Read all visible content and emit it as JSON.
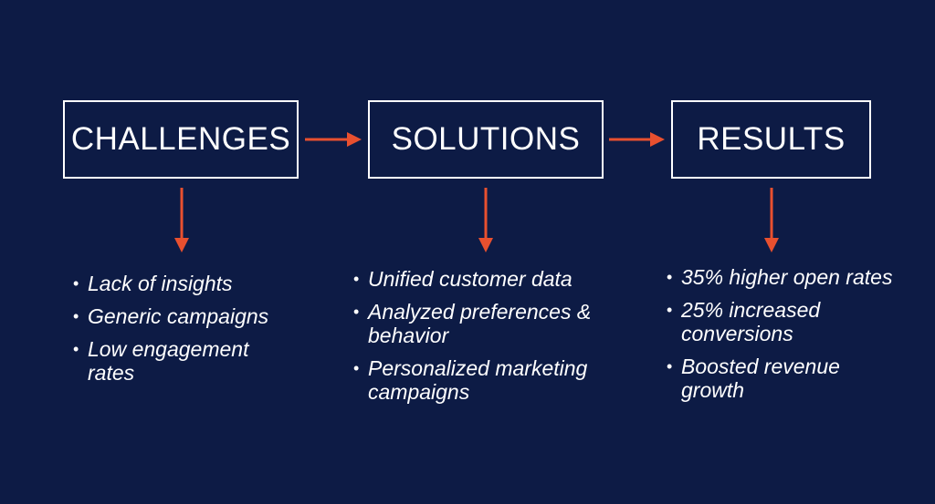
{
  "diagram": {
    "boxes": {
      "challenges": "CHALLENGES",
      "solutions": "SOLUTIONS",
      "results": "RESULTS"
    },
    "challenges": [
      "Lack of insights",
      "Generic campaigns",
      "Low engagement rates"
    ],
    "solutions": [
      "Unified customer data",
      "Analyzed preferences & behavior",
      "Personalized marketing campaigns"
    ],
    "results": [
      "35% higher open rates",
      "25% increased conversions",
      "Boosted revenue growth"
    ],
    "colors": {
      "background": "#0d1b45",
      "text": "#ffffff",
      "arrow": "#e8502f"
    }
  }
}
